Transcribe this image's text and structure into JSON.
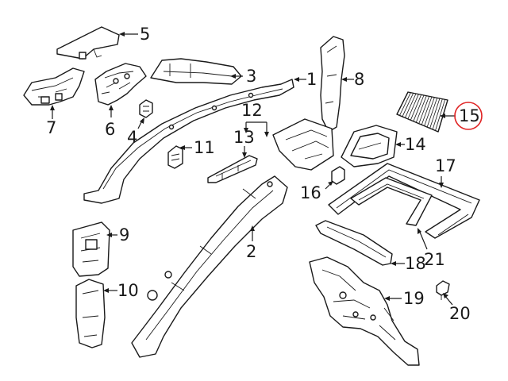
{
  "callouts": {
    "c1": "1",
    "c2": "2",
    "c3": "3",
    "c4": "4",
    "c5": "5",
    "c6": "6",
    "c7": "7",
    "c8": "8",
    "c9": "9",
    "c10": "10",
    "c11": "11",
    "c12": "12",
    "c13": "13",
    "c14": "14",
    "c15": "15",
    "c16": "16",
    "c17": "17",
    "c18": "18",
    "c19": "19",
    "c20": "20",
    "c21": "21"
  },
  "highlight": {
    "callout": "15",
    "color": "#e02424"
  },
  "colors": {
    "line": "#1a1a1a",
    "background": "#ffffff"
  }
}
